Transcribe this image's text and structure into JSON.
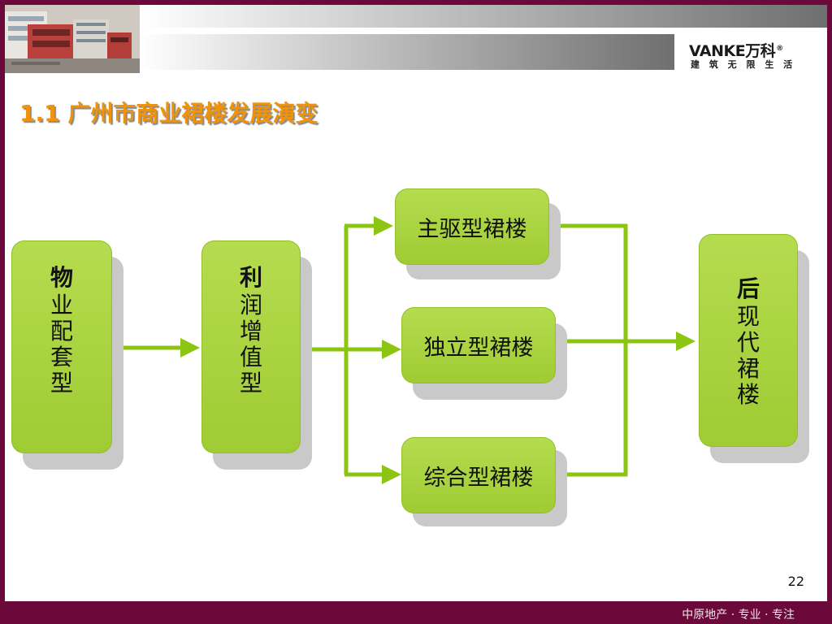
{
  "header": {
    "logo_brand": "VANKE万科",
    "logo_reg": "®",
    "logo_tagline": "建 筑 无 限 生 活"
  },
  "title": "1.1  广州市商业裙楼发展演变",
  "nodes": {
    "stage1": {
      "head": "物",
      "rest": "业配套型"
    },
    "stage2": {
      "head": "利",
      "rest": "润增值型"
    },
    "branch_top": "主驱型裙楼",
    "branch_mid": "独立型裙楼",
    "branch_bottom": "综合型裙楼",
    "stage_final": {
      "head": "后",
      "rest": "现代裙楼"
    }
  },
  "page_number": "22",
  "footer": "中原地产 · 专业 · 专注",
  "colors": {
    "accent_green": "#9fcb33",
    "arrow_green": "#8cc511",
    "title_orange": "#f0920a",
    "frame": "#6b0a3a"
  }
}
